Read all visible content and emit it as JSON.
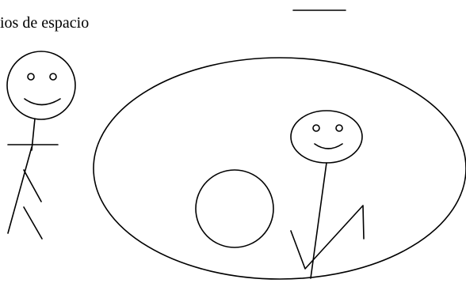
{
  "caption": "ios de espacio",
  "colors": {
    "ink": "#000000",
    "background": "#ffffff"
  },
  "figures": [
    {
      "name": "standing-stick-figure",
      "face": "smiling"
    },
    {
      "name": "enclosed-stick-figure",
      "face": "smiling"
    }
  ],
  "shapes": [
    "large-ellipse",
    "circle",
    "zigzag-line",
    "top-short-line"
  ]
}
